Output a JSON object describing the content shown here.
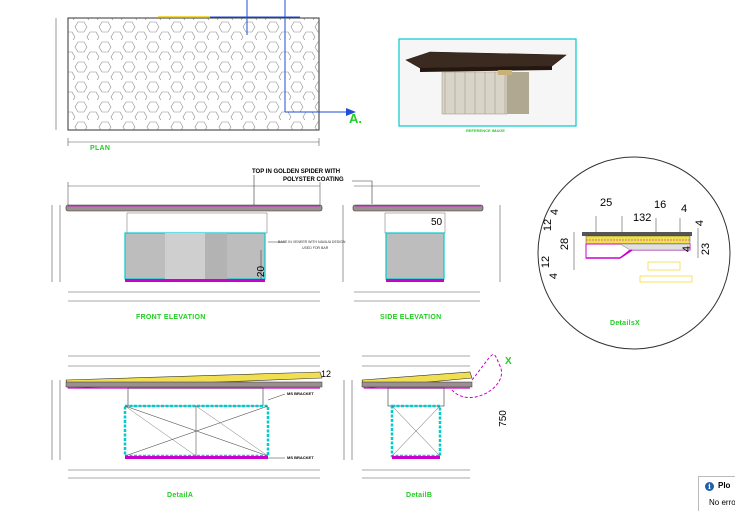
{
  "labels": {
    "plan": "PLAN",
    "section_marker": "A.",
    "reference_image": "REFERENCE IMAGE",
    "top_note_line1": "TOP IN GOLDEN SPIDER WITH",
    "top_note_line2": "POLYSTER COATING",
    "base_note_line1": "BASE IN VENEER WITH NAVAJA DESIGN",
    "base_note_line2": "USED FOR BAR",
    "front_elevation": "FRONT ELEVATION",
    "side_elevation": "SIDE ELEVATION",
    "detail_a": "DetailA",
    "detail_b": "DetailB",
    "detail_x": "DetailsX",
    "detail_marker": "X",
    "bracket_note_top": "MS BRACKET",
    "bracket_note_bottom": "MS BRACKET"
  },
  "dimensions": {
    "front_50": "50",
    "front_20": "20",
    "detail_a_12": "12",
    "detail_750": "750",
    "x_25": "25",
    "x_16": "16",
    "x_132": "132",
    "x_4_top": "4",
    "x_4_right": "4",
    "x_12_top": "12",
    "x_4_lefttop": "4",
    "x_28": "28",
    "x_12_bottom": "12",
    "x_4_leftbottom": "4",
    "x_4_rightbottom": "4",
    "x_23": "23"
  },
  "plot_panel": {
    "title": "Plo",
    "message": "No erro"
  },
  "colors": {
    "green_label": "#22cc22",
    "cyan_border": "#00cccc",
    "magenta": "#cc00cc",
    "blue_line": "#1f4fd6",
    "yellow": "#f0d000",
    "hex_pattern": "#888888"
  }
}
